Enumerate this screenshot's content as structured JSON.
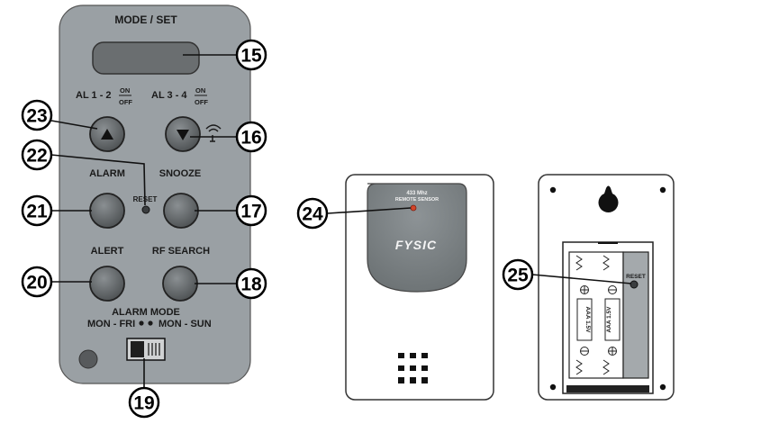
{
  "panel": {
    "mode_set_label": "MODE / SET",
    "al12_label": "AL 1 - 2",
    "al34_label": "AL 3 - 4",
    "on_label": "ON",
    "off_label": "OFF",
    "alarm_label": "ALARM",
    "snooze_label": "SNOOZE",
    "reset_label": "RESET",
    "alert_label": "ALERT",
    "rf_search_label": "RF SEARCH",
    "alarm_mode_label": "ALARM MODE",
    "mon_fri_label": "MON - FRI",
    "mon_sun_label": "MON - SUN"
  },
  "sensor": {
    "freq_label": "433 Mhz",
    "remote_label": "REMOTE SENSOR",
    "brand_label": "FYSIC"
  },
  "back": {
    "reset_label": "RESET",
    "battery_label": "AAA 1.5V"
  },
  "callouts": {
    "n15": "15",
    "n16": "16",
    "n17": "17",
    "n18": "18",
    "n19": "19",
    "n20": "20",
    "n21": "21",
    "n22": "22",
    "n23": "23",
    "n24": "24",
    "n25": "25"
  },
  "colors": {
    "panel": "#9aa0a4",
    "button": "#6a6e70",
    "sensor_window": "#7c8284",
    "reset_dot": "#d2452a"
  }
}
